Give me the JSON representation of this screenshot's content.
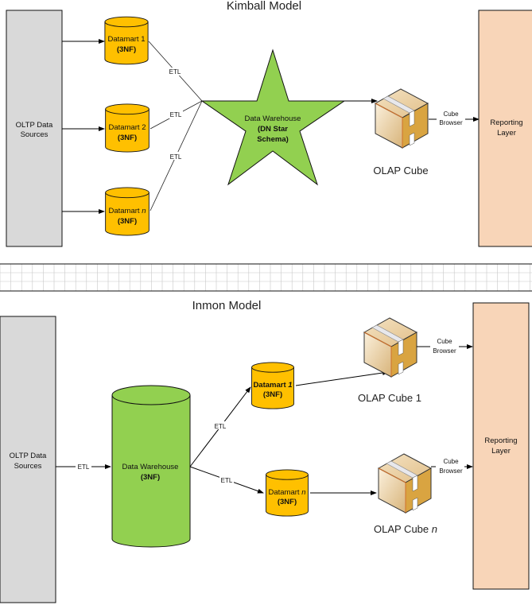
{
  "colors": {
    "source_fill": "#d9d9d9",
    "reporting_fill": "#f8d5b8",
    "datamart_fill": "#ffc000",
    "warehouse_fill": "#92d050",
    "cube_front": "#f0d8a8",
    "cube_side": "#d9a441",
    "grid_line": "#c8c8c8"
  },
  "kimball": {
    "title": "Kimball Model",
    "source": {
      "line1": "OLTP Data",
      "line2": "Sources"
    },
    "datamarts": [
      {
        "name": "Datamart 1",
        "type": "(3NF)"
      },
      {
        "name": "Datamart 2",
        "type": "(3NF)"
      },
      {
        "name": "Datamart ",
        "name_italic": "n",
        "type": "(3NF)"
      }
    ],
    "etl_labels": [
      "ETL",
      "ETL",
      "ETL"
    ],
    "warehouse": {
      "line1": "Data Warehouse",
      "line2": "(DN Star",
      "line3": "Schema)"
    },
    "cube": {
      "label": "OLAP Cube"
    },
    "cube_browser": {
      "line1": "Cube",
      "line2": "Browser"
    },
    "reporting": {
      "line1": "Reporting",
      "line2": "Layer"
    }
  },
  "inmon": {
    "title": "Inmon Model",
    "source": {
      "line1": "OLTP Data",
      "line2": "Sources"
    },
    "source_etl": "ETL",
    "warehouse": {
      "line1": "Data Warehouse",
      "line2": "(3NF)"
    },
    "etl_labels": [
      "ETL",
      "ETL"
    ],
    "datamarts": [
      {
        "name": "Datamart ",
        "name_italic": "1",
        "type": "(3NF)"
      },
      {
        "name": "Datamart ",
        "name_italic": "n",
        "type": "(3NF)"
      }
    ],
    "cubes": [
      {
        "label": "OLAP Cube 1",
        "label_italic": ""
      },
      {
        "label": "OLAP Cube ",
        "label_italic": "n"
      }
    ],
    "cube_browsers": [
      {
        "line1": "Cube",
        "line2": "Browser"
      },
      {
        "line1": "Cube",
        "line2": "Browser"
      }
    ],
    "reporting": {
      "line1": "Reporting",
      "line2": "Layer"
    }
  }
}
